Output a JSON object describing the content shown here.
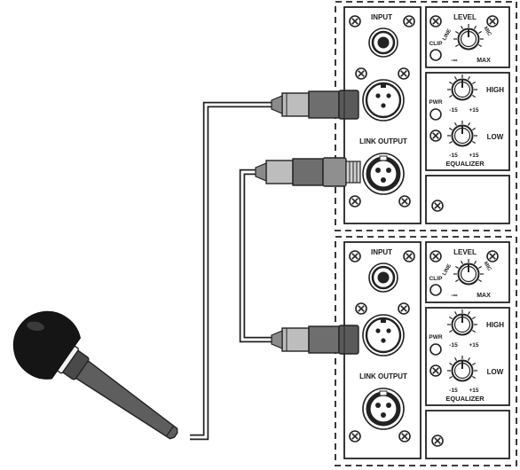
{
  "panels": [
    {
      "input_label": "INPUT",
      "link_output_label": "LINK OUTPUT",
      "level_label": "LEVEL",
      "line_label": "LINE",
      "mic_label": "MIC",
      "min_label": "-∞",
      "max_label": "MAX",
      "clip_label": "CLIP",
      "pwr_label": "PWR",
      "high_label": "HIGH",
      "low_label": "LOW",
      "eq_min_label": "-15",
      "eq_max_label": "+15",
      "equalizer_label": "EQUALIZER"
    },
    {
      "input_label": "INPUT",
      "link_output_label": "LINK OUTPUT",
      "level_label": "LEVEL",
      "line_label": "LINE",
      "mic_label": "MIC",
      "min_label": "-∞",
      "max_label": "MAX",
      "clip_label": "CLIP",
      "pwr_label": "PWR",
      "high_label": "HIGH",
      "low_label": "LOW",
      "eq_min_label": "-15",
      "eq_max_label": "+15",
      "equalizer_label": "EQUALIZER"
    }
  ]
}
